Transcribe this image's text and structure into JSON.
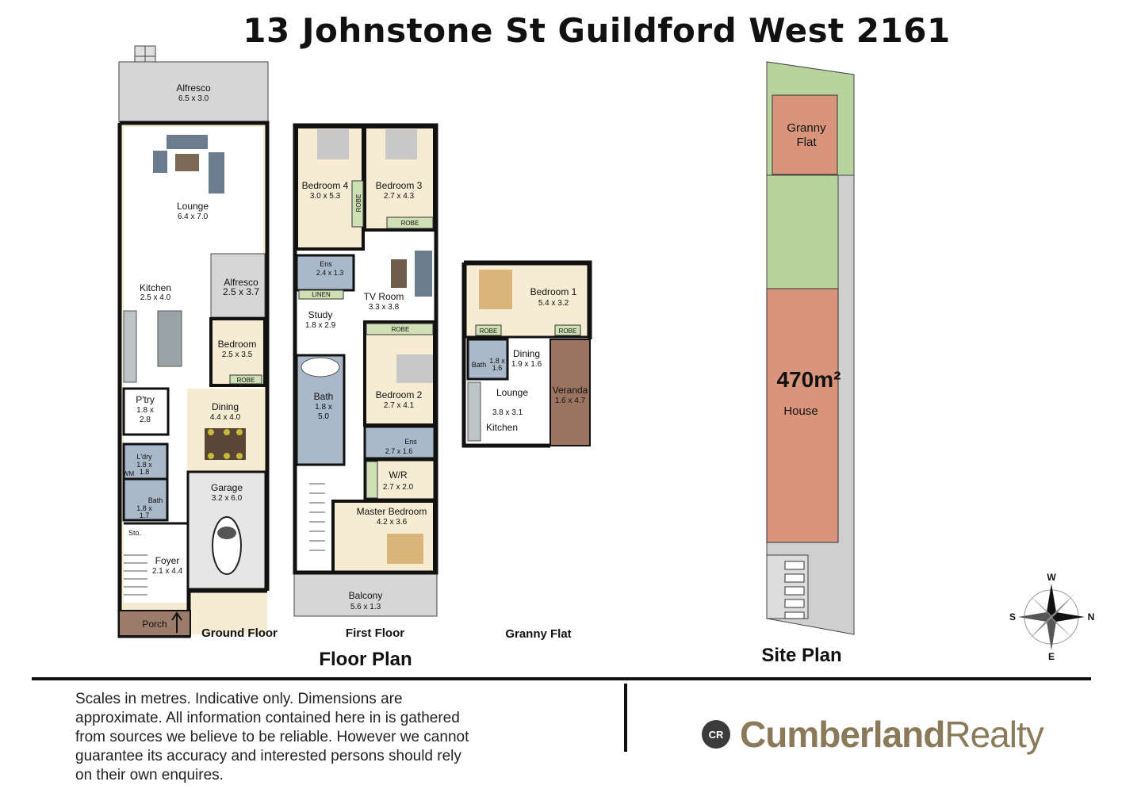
{
  "title": "13 Johnstone St Guildford West 2161",
  "ground_floor": {
    "caption": "Ground Floor",
    "rooms": [
      {
        "name": "Alfresco",
        "dims": "6.5 x 3.0"
      },
      {
        "name": "Lounge",
        "dims": "6.4 x 7.0"
      },
      {
        "name": "Kitchen",
        "dims": "2.5 x 4.0"
      },
      {
        "name": "Alfresco",
        "dims": "2.5 x 3.7"
      },
      {
        "name": "Bedroom",
        "dims": "2.5 x 3.5"
      },
      {
        "name": "ROBE"
      },
      {
        "name": "P'try",
        "dims_a": "1.8 x",
        "dims_b": "2.8"
      },
      {
        "name": "Dining",
        "dims": "4.4 x 4.0"
      },
      {
        "name": "L'dry",
        "dims_a": "1.8 x",
        "dims_b": "1.8"
      },
      {
        "name": "WM"
      },
      {
        "name": "Bath",
        "dims_a": "1.8 x",
        "dims_b": "1.7"
      },
      {
        "name": "Garage",
        "dims": "3.2 x 6.0"
      },
      {
        "name": "Sto."
      },
      {
        "name": "Foyer",
        "dims": "2.1 x 4.4"
      },
      {
        "name": "Porch"
      }
    ]
  },
  "first_floor": {
    "caption": "First Floor",
    "rooms": [
      {
        "name": "Bedroom 4",
        "dims": "3.0 x 5.3"
      },
      {
        "name": "Bedroom 3",
        "dims": "2.7 x 4.3"
      },
      {
        "name": "ROBE"
      },
      {
        "name": "ROBE"
      },
      {
        "name": "Ens",
        "dims": "2.4 x 1.3"
      },
      {
        "name": "LINEN"
      },
      {
        "name": "TV Room",
        "dims": "3.3 x 3.8"
      },
      {
        "name": "Study",
        "dims": "1.8 x 2.9"
      },
      {
        "name": "ROBE"
      },
      {
        "name": "Bedroom 2",
        "dims": "2.7 x 4.1"
      },
      {
        "name": "Bath",
        "dims_a": "1.8 x",
        "dims_b": "5.0"
      },
      {
        "name": "Ens",
        "dims": "2.7 x 1.6"
      },
      {
        "name": "W/R",
        "dims": "2.7 x 2.0"
      },
      {
        "name": "Master Bedroom",
        "dims": "4.2 x 3.6"
      },
      {
        "name": "Balcony",
        "dims": "5.6 x 1.3"
      }
    ]
  },
  "granny_flat": {
    "caption": "Granny Flat",
    "rooms": [
      {
        "name": "Bedroom 1",
        "dims": "5.4 x 3.2"
      },
      {
        "name": "ROBE"
      },
      {
        "name": "ROBE"
      },
      {
        "name": "Dining",
        "dims": "1.9 x 1.6"
      },
      {
        "name": "Bath",
        "dims_a": "1.8 x",
        "dims_b": "1.6"
      },
      {
        "name": "Veranda",
        "dims": "1.6 x 4.7"
      },
      {
        "name": "Lounge"
      },
      {
        "name": "3.8 x 3.1"
      },
      {
        "name": "Kitchen"
      }
    ]
  },
  "floor_plan_caption": "Floor Plan",
  "site_plan": {
    "caption": "Site Plan",
    "granny_flat_a": "Granny",
    "granny_flat_b": "Flat",
    "area": "470m²",
    "house": "House"
  },
  "compass": {
    "w": "W",
    "s": "S",
    "n": "N",
    "e": "E"
  },
  "disclaimer": "Scales in metres. Indicative only. Dimensions are approximate. All information contained here in is gathered from sources we believe to be reliable. However we cannot guarantee its accuracy and interested persons should rely on their own enquires.",
  "logo": {
    "badge": "CR",
    "word1": "Cumberland",
    "word2": "Realty"
  },
  "colors": {
    "wall": "#111111",
    "floor_beige": "#f6ecd3",
    "bath_blue": "#aab9c9",
    "robe_green": "#cfe0b4",
    "alfresco_grey": "#d6d6d6",
    "porch_brown": "#9b7b6a",
    "veranda_brown": "#9a7460",
    "site_green": "#b9d39f",
    "site_red": "#d9957c",
    "site_grey": "#cfcfcf",
    "logo_gold": "#8a7a5a"
  }
}
